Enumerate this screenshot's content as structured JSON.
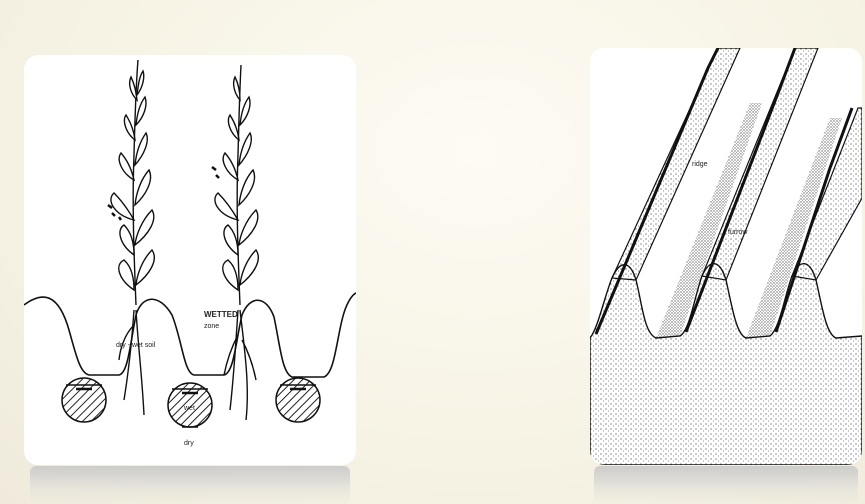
{
  "slide": {
    "background": "#f8f5e9",
    "panel_color": "#ffffff"
  },
  "left_figure": {
    "kind": "furrow cross-section with two plants",
    "labels": {
      "ridge_left": "dry - wet soil",
      "ridge_right_line1": "WETTED",
      "ridge_right_line2": "zone",
      "furrow_mid": "wet",
      "bottom": "dry"
    }
  },
  "right_figure": {
    "kind": "perspective view of furrows and ridges",
    "labels": {
      "ridge_upper": "ridge",
      "ridge_lower": "furrow"
    }
  }
}
